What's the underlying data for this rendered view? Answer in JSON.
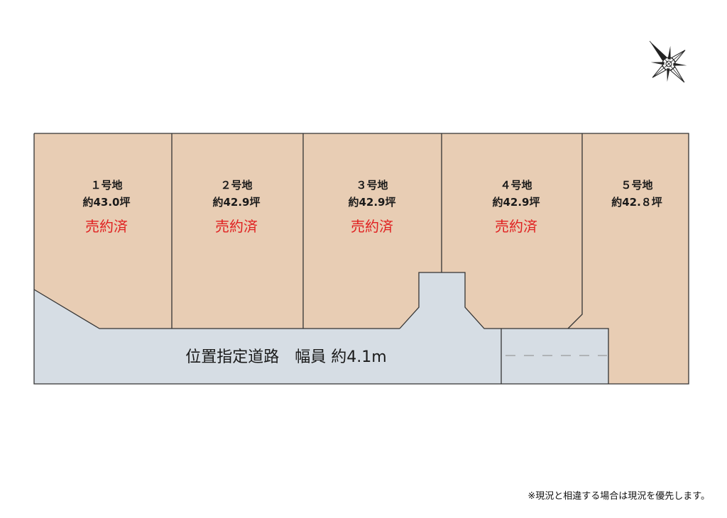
{
  "colors": {
    "lot_fill": "#e8cdb4",
    "road_fill": "#d6dde4",
    "outline": "#333333",
    "sold": "#e02020"
  },
  "compass": {
    "icon": "compass-rose-icon"
  },
  "lots": [
    {
      "number": "１号地",
      "area": "約43.0坪",
      "status": "売約済"
    },
    {
      "number": "２号地",
      "area": "約42.9坪",
      "status": "売約済"
    },
    {
      "number": "３号地",
      "area": "約42.9坪",
      "status": "売約済"
    },
    {
      "number": "４号地",
      "area": "約42.9坪",
      "status": "売約済"
    },
    {
      "number": "５号地",
      "area": "約42.８坪",
      "status": ""
    }
  ],
  "road": {
    "label": "位置指定道路　幅員 約4.1m"
  },
  "note": "※現況と相違する場合は現況を優先します。"
}
